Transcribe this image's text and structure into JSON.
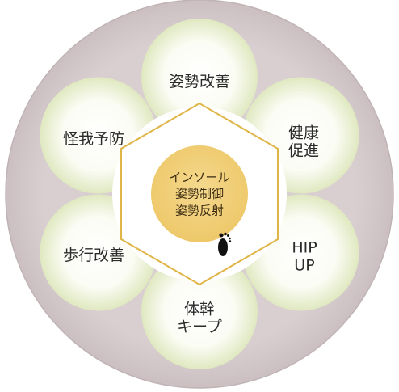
{
  "diagram": {
    "center": {
      "lines": [
        "インソール",
        "姿勢制御",
        "姿勢反射"
      ],
      "icon": "footprint-icon"
    },
    "petals": [
      {
        "id": "top",
        "label": "姿勢改善"
      },
      {
        "id": "upper-right",
        "label": "健康\n促進"
      },
      {
        "id": "lower-right",
        "label": "HIP\nUP"
      },
      {
        "id": "bottom",
        "label": "体幹\nキープ"
      },
      {
        "id": "lower-left",
        "label": "歩行改善"
      },
      {
        "id": "upper-left",
        "label": "怪我予防"
      }
    ],
    "colors": {
      "outer_ring": "#d7cdcf",
      "outer_ring_edge": "#c9bec0",
      "petal_light": "#ffffff",
      "petal_tint": "#d6e2b0",
      "hexagon_stroke": "#e0b548",
      "center_fill": "#f0cf78"
    }
  }
}
